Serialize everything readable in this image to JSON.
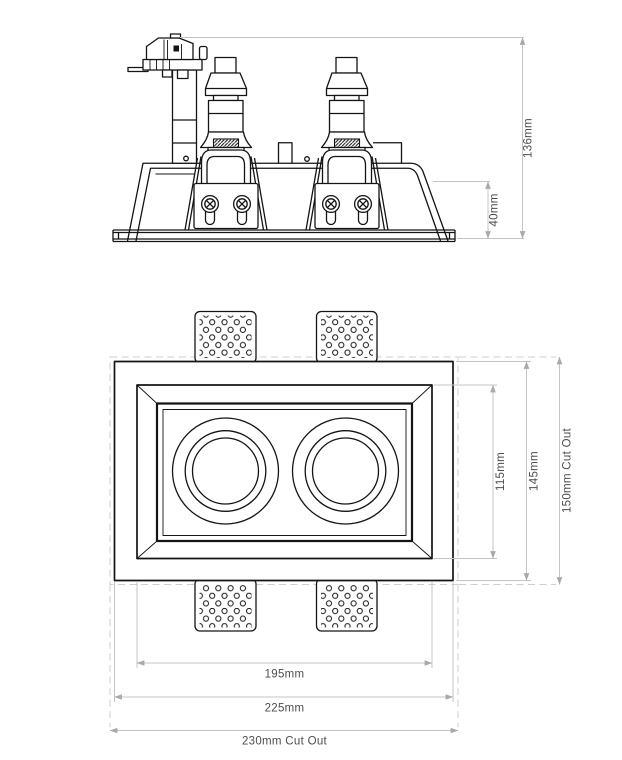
{
  "dimensions": {
    "side_view": {
      "overall_height": "136mm",
      "recess_depth": "40mm"
    },
    "plan_view": {
      "aperture_width": "195mm",
      "body_width": "225mm",
      "cutout_width": "230mm Cut Out",
      "aperture_height": "115mm",
      "body_height": "145mm",
      "cutout_height": "150mm Cut Out"
    }
  },
  "colors": {
    "drawing_line": "#141414",
    "dimension_line": "#c4c4c4",
    "dimension_text": "#4d4d4d",
    "background": "#ffffff"
  }
}
